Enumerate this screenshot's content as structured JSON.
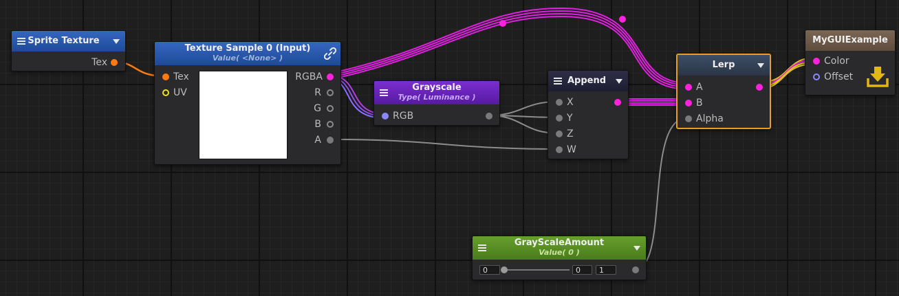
{
  "nodes": {
    "sprite_texture": {
      "title": "Sprite Texture",
      "output": "Tex"
    },
    "texture_sample": {
      "title": "Texture Sample 0 (Input)",
      "subtitle": "Value( <None> )",
      "inputs": [
        "Tex",
        "UV"
      ],
      "outputs": [
        "RGBA",
        "R",
        "G",
        "B",
        "A"
      ]
    },
    "grayscale": {
      "title": "Grayscale",
      "subtitle": "Type( Luminance )",
      "input": "RGB"
    },
    "append": {
      "title": "Append",
      "inputs": [
        "X",
        "Y",
        "Z",
        "W"
      ]
    },
    "lerp": {
      "title": "Lerp",
      "inputs": [
        "A",
        "B",
        "Alpha"
      ]
    },
    "output": {
      "title": "MyGUIExample",
      "inputs": [
        "Color",
        "Offset"
      ]
    },
    "grayscale_amount": {
      "title": "GrayScaleAmount",
      "subtitle": "Value( 0 )",
      "min": "0",
      "value": "0",
      "max": "1",
      "slider": 0
    }
  },
  "colors": {
    "wire_magenta": "#e020e0",
    "wire_orange": "#ff7a10",
    "wire_grey": "#8c8c8c",
    "wire_purple": "#8a70ff",
    "wire_yellow": "#e0c020",
    "header_blue": "#2a56a8",
    "header_purple": "#6a22b8",
    "header_slate": "#3a4a60",
    "header_green": "#5a8a22",
    "header_tan": "#6e5a48",
    "selected_outline": "#e8a020"
  },
  "icons": {
    "texture_link": "link-icon",
    "output_save": "download-icon"
  }
}
